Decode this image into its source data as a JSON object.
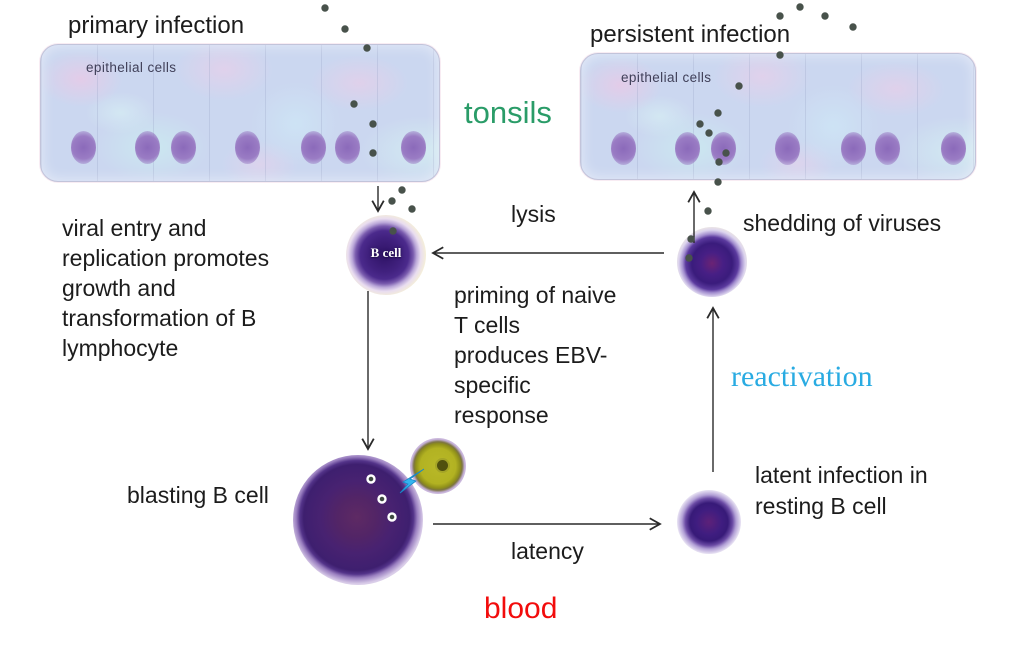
{
  "diagram": {
    "title_left": "primary infection",
    "title_right": "persistent infection",
    "epithelial_left": "epithelial cells",
    "epithelial_right": "epithelial cells",
    "tonsils": "tonsils",
    "blood": "blood",
    "lysis": "lysis",
    "latency": "latency",
    "reactivation": "reactivation",
    "shedding": "shedding of viruses",
    "blasting_b_cell": "blasting B cell",
    "b_cell_label": "B cell",
    "viral_entry_lines": [
      "viral entry and",
      "replication promotes",
      "growth and",
      "transformation of B",
      "lymphocyte"
    ],
    "priming_lines": [
      "priming of naive",
      "T cells",
      "produces EBV-",
      "specific",
      "response"
    ],
    "latent_lines": [
      "latent infection in",
      "resting B cell"
    ]
  },
  "colors": {
    "tonsils_green": "#2a9c68",
    "reactivation_blue": "#29abe2",
    "blood_red": "#f20c0c",
    "text_black": "#1c1c1c",
    "virus_particle_gray": "#48524b",
    "panel_base_blue": "#cbd7f0",
    "epithelial_nucleus_purple": "#9a7cc4",
    "b_cell_purple": "#3c1d7e",
    "t_cell_olive": "#b0b020",
    "activation_bolt_cyan": "#35b4ef"
  }
}
